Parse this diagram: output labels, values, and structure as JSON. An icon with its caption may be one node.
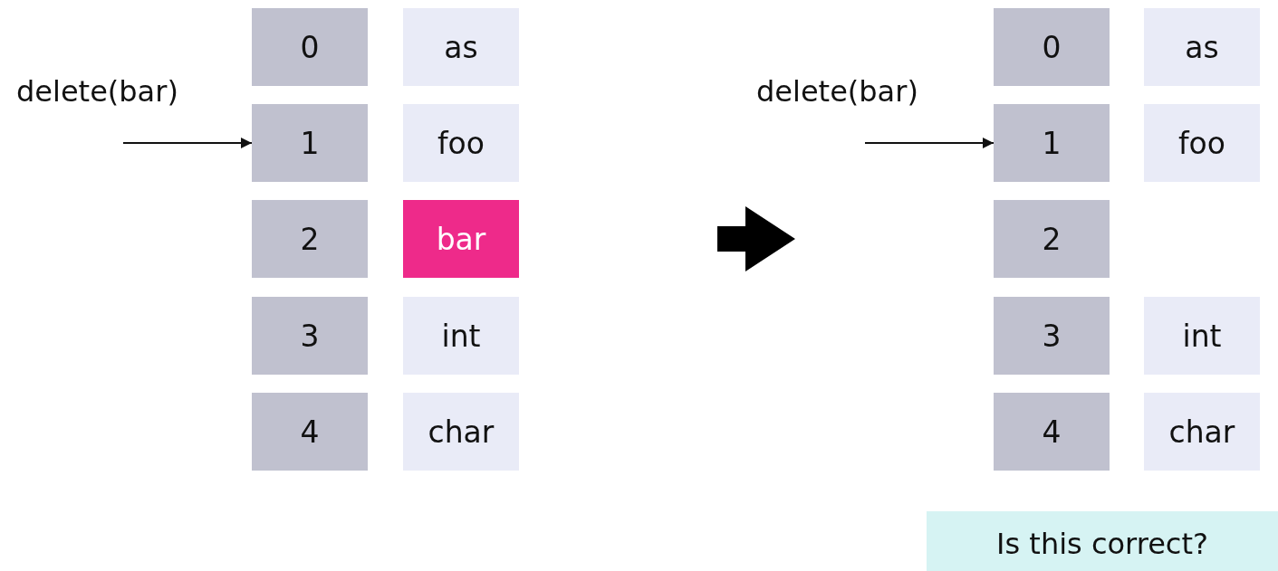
{
  "diagram": {
    "nodes": [
      {
        "text": [
          "0"
        ]
      },
      {
        "text": [
          "as"
        ]
      },
      {
        "text": [
          "1"
        ]
      },
      {
        "text": [
          "foo"
        ]
      },
      {
        "text": [
          "2"
        ]
      },
      {
        "text": [
          "bar"
        ]
      },
      {
        "text": [
          "3"
        ]
      },
      {
        "text": [
          "int"
        ]
      },
      {
        "text": [
          "4"
        ]
      },
      {
        "text": [
          "char"
        ]
      },
      {
        "text": [
          "0"
        ]
      },
      {
        "text": [
          "as"
        ]
      },
      {
        "text": [
          "1"
        ]
      },
      {
        "text": [
          "foo"
        ]
      },
      {
        "text": [
          "2"
        ]
      },
      {
        "text": [
          "3"
        ]
      },
      {
        "text": [
          "int"
        ]
      },
      {
        "text": [
          "4"
        ]
      },
      {
        "text": [
          "char"
        ]
      },
      {
        "text": [
          "Is this correct?"
        ]
      }
    ],
    "edges": [
      {
        "from": null,
        "to": 2,
        "arrow": "to"
      },
      {
        "from": null,
        "to": 12,
        "arrow": "to"
      }
    ],
    "labels": [
      "delete(bar)",
      "delete(bar)"
    ]
  }
}
